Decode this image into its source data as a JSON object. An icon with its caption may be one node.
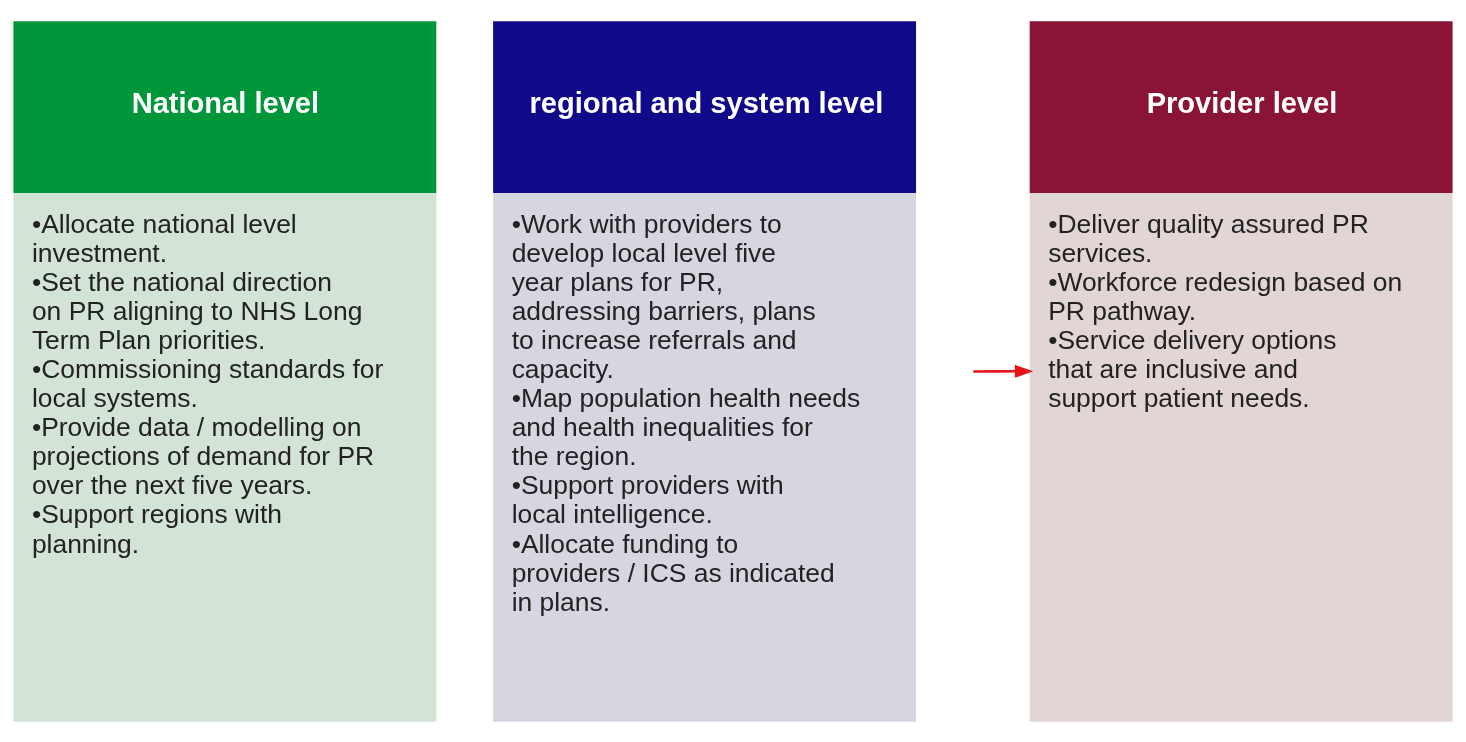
{
  "diagram": {
    "nodes": [
      {
        "text": [
          "National level",
          "•Allocate national level investment.",
          "•Set the national direction on PR aligning to NHS Long Term Plan priorities.",
          "•Commissioning standards for local systems.",
          "•Provide data / modelling on projections of demand for PR over the next five years.",
          "•Support regions with planning."
        ]
      },
      {
        "text": [
          "regional and system level",
          "•Work with providers to develop local level five year plans for PR, addressing barriers, plans to increase referrals and capacity.",
          "•Map population health needs and health inequalities for the region.",
          "•Support providers with local intelligence.",
          "•Allocate funding to providers / ICS as indicated in plans."
        ]
      },
      {
        "text": [
          "Provider level",
          "•Deliver quality assured PR services.",
          "•Workforce redesign based on PR pathway.",
          "•Service delivery options that are inclusive and support patient needs."
        ]
      }
    ],
    "edges": [
      {
        "from": null,
        "to": 2,
        "arrow": "to",
        "color": "#e8141b"
      }
    ]
  }
}
